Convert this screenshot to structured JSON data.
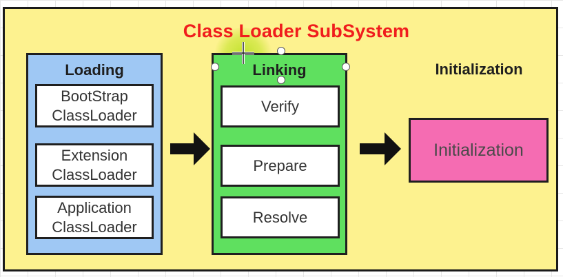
{
  "diagram": {
    "title": "Class Loader SubSystem",
    "loading": {
      "label": "Loading",
      "items": [
        "BootStrap\nClassLoader",
        "Extension\nClassLoader",
        "Application\nClassLoader"
      ]
    },
    "linking": {
      "label": "Linking",
      "items": [
        "Verify",
        "Prepare",
        "Resolve"
      ]
    },
    "initialization": {
      "label": "Initialization",
      "box": "Initialization"
    }
  },
  "colors": {
    "background": "#fdf28f",
    "title": "#f01d1d",
    "loading_panel": "#9fc8f4",
    "linking_panel": "#5fe05f",
    "initialization_box": "#f56cb2"
  },
  "icons": [
    "arrow-right-icon",
    "crosshair-cursor-icon",
    "selection-handle-icon"
  ]
}
